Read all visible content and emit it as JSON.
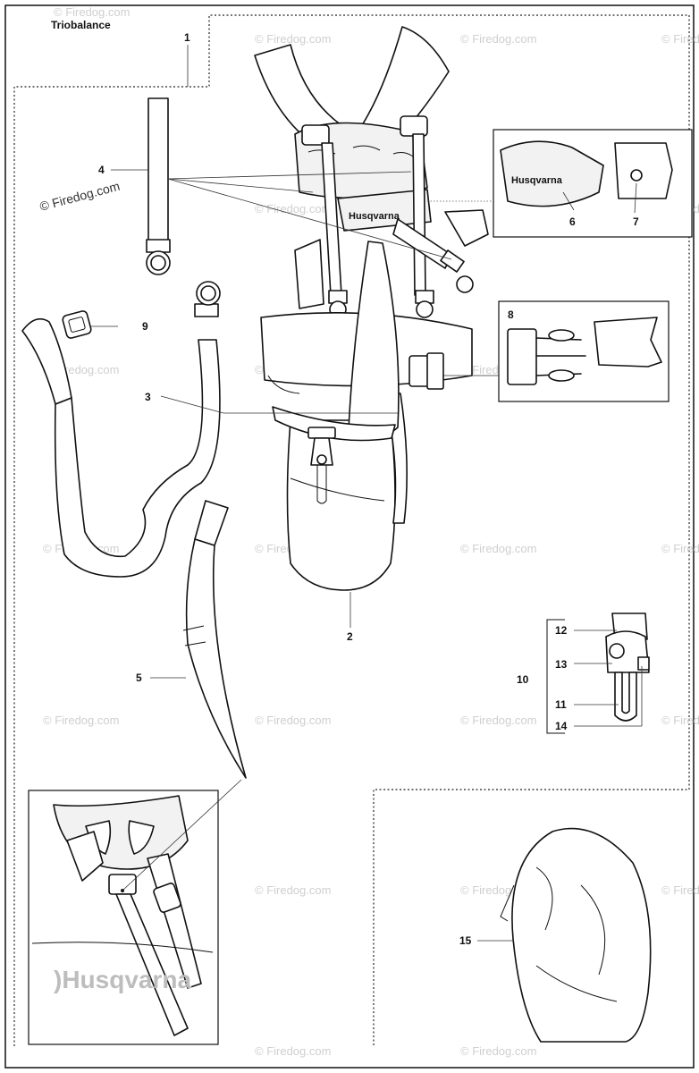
{
  "diagram": {
    "title": "Triobalance",
    "watermark": "© Firedog.com",
    "brand": "Husqvarna",
    "brand_inset": ")Husqvarna",
    "callouts": [
      {
        "id": "c1",
        "label": "1"
      },
      {
        "id": "c2",
        "label": "2"
      },
      {
        "id": "c3",
        "label": "3"
      },
      {
        "id": "c4",
        "label": "4"
      },
      {
        "id": "c5",
        "label": "5"
      },
      {
        "id": "c6",
        "label": "6"
      },
      {
        "id": "c7",
        "label": "7"
      },
      {
        "id": "c8",
        "label": "8"
      },
      {
        "id": "c9",
        "label": "9"
      },
      {
        "id": "c10",
        "label": "10"
      },
      {
        "id": "c11",
        "label": "11"
      },
      {
        "id": "c12",
        "label": "12"
      },
      {
        "id": "c13",
        "label": "13"
      },
      {
        "id": "c14",
        "label": "14"
      },
      {
        "id": "c15",
        "label": "15"
      }
    ]
  }
}
